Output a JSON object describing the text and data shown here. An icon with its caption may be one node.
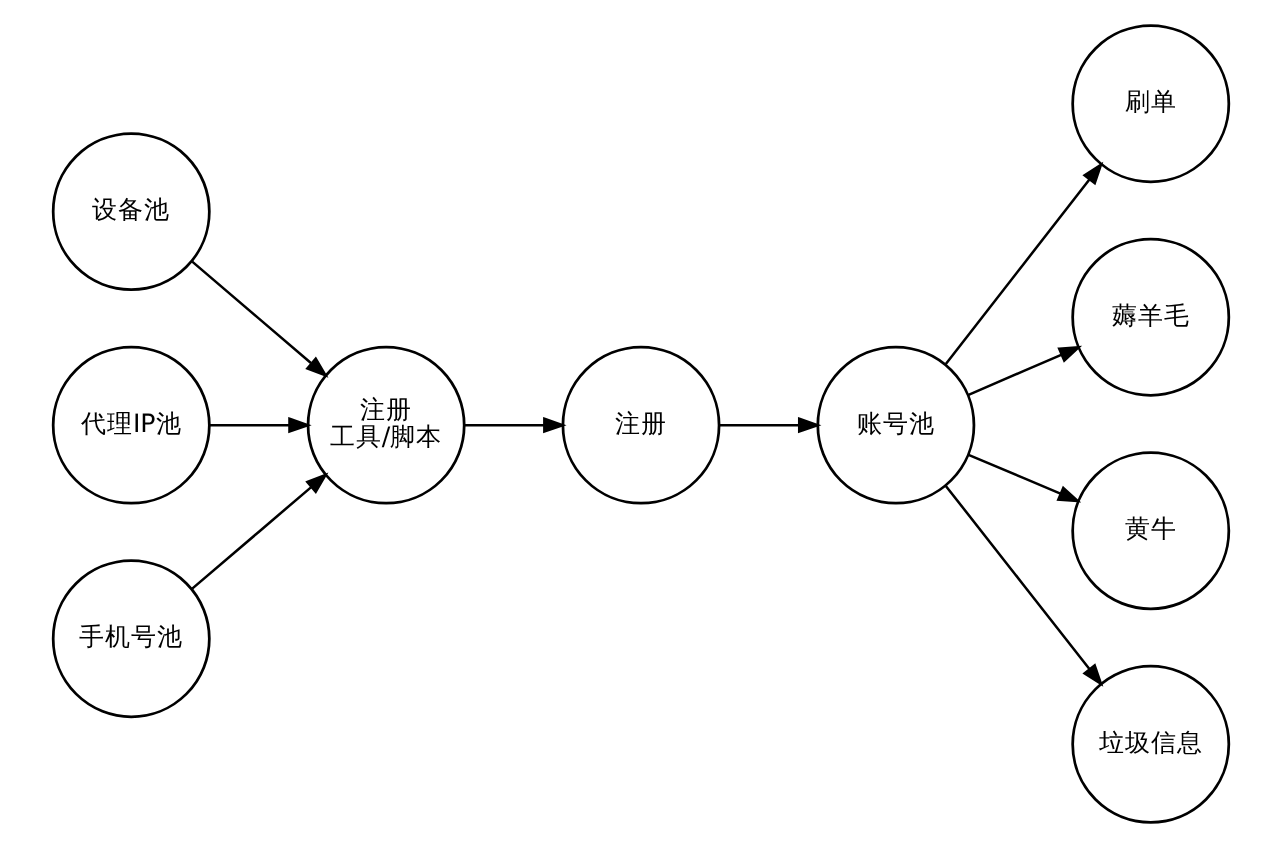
{
  "diagram": {
    "nodes": [
      {
        "text": [
          "设备池"
        ]
      },
      {
        "text": [
          "代理IP池"
        ]
      },
      {
        "text": [
          "手机号池"
        ]
      },
      {
        "text": [
          "注册",
          "工具/脚本"
        ]
      },
      {
        "text": [
          "注册"
        ]
      },
      {
        "text": [
          "账号池"
        ]
      },
      {
        "text": [
          "刷单"
        ]
      },
      {
        "text": [
          "薅羊毛"
        ]
      },
      {
        "text": [
          "黄牛"
        ]
      },
      {
        "text": [
          "垃圾信息"
        ]
      }
    ],
    "edges": [
      {
        "from": 0,
        "to": 3,
        "arrow": "to"
      },
      {
        "from": 1,
        "to": 3,
        "arrow": "to"
      },
      {
        "from": 2,
        "to": 3,
        "arrow": "to"
      },
      {
        "from": 3,
        "to": 4,
        "arrow": "to"
      },
      {
        "from": 4,
        "to": 5,
        "arrow": "to"
      },
      {
        "from": 5,
        "to": 6,
        "arrow": "to"
      },
      {
        "from": 5,
        "to": 7,
        "arrow": "to"
      },
      {
        "from": 5,
        "to": 8,
        "arrow": "to"
      },
      {
        "from": 5,
        "to": 9,
        "arrow": "to"
      }
    ]
  }
}
